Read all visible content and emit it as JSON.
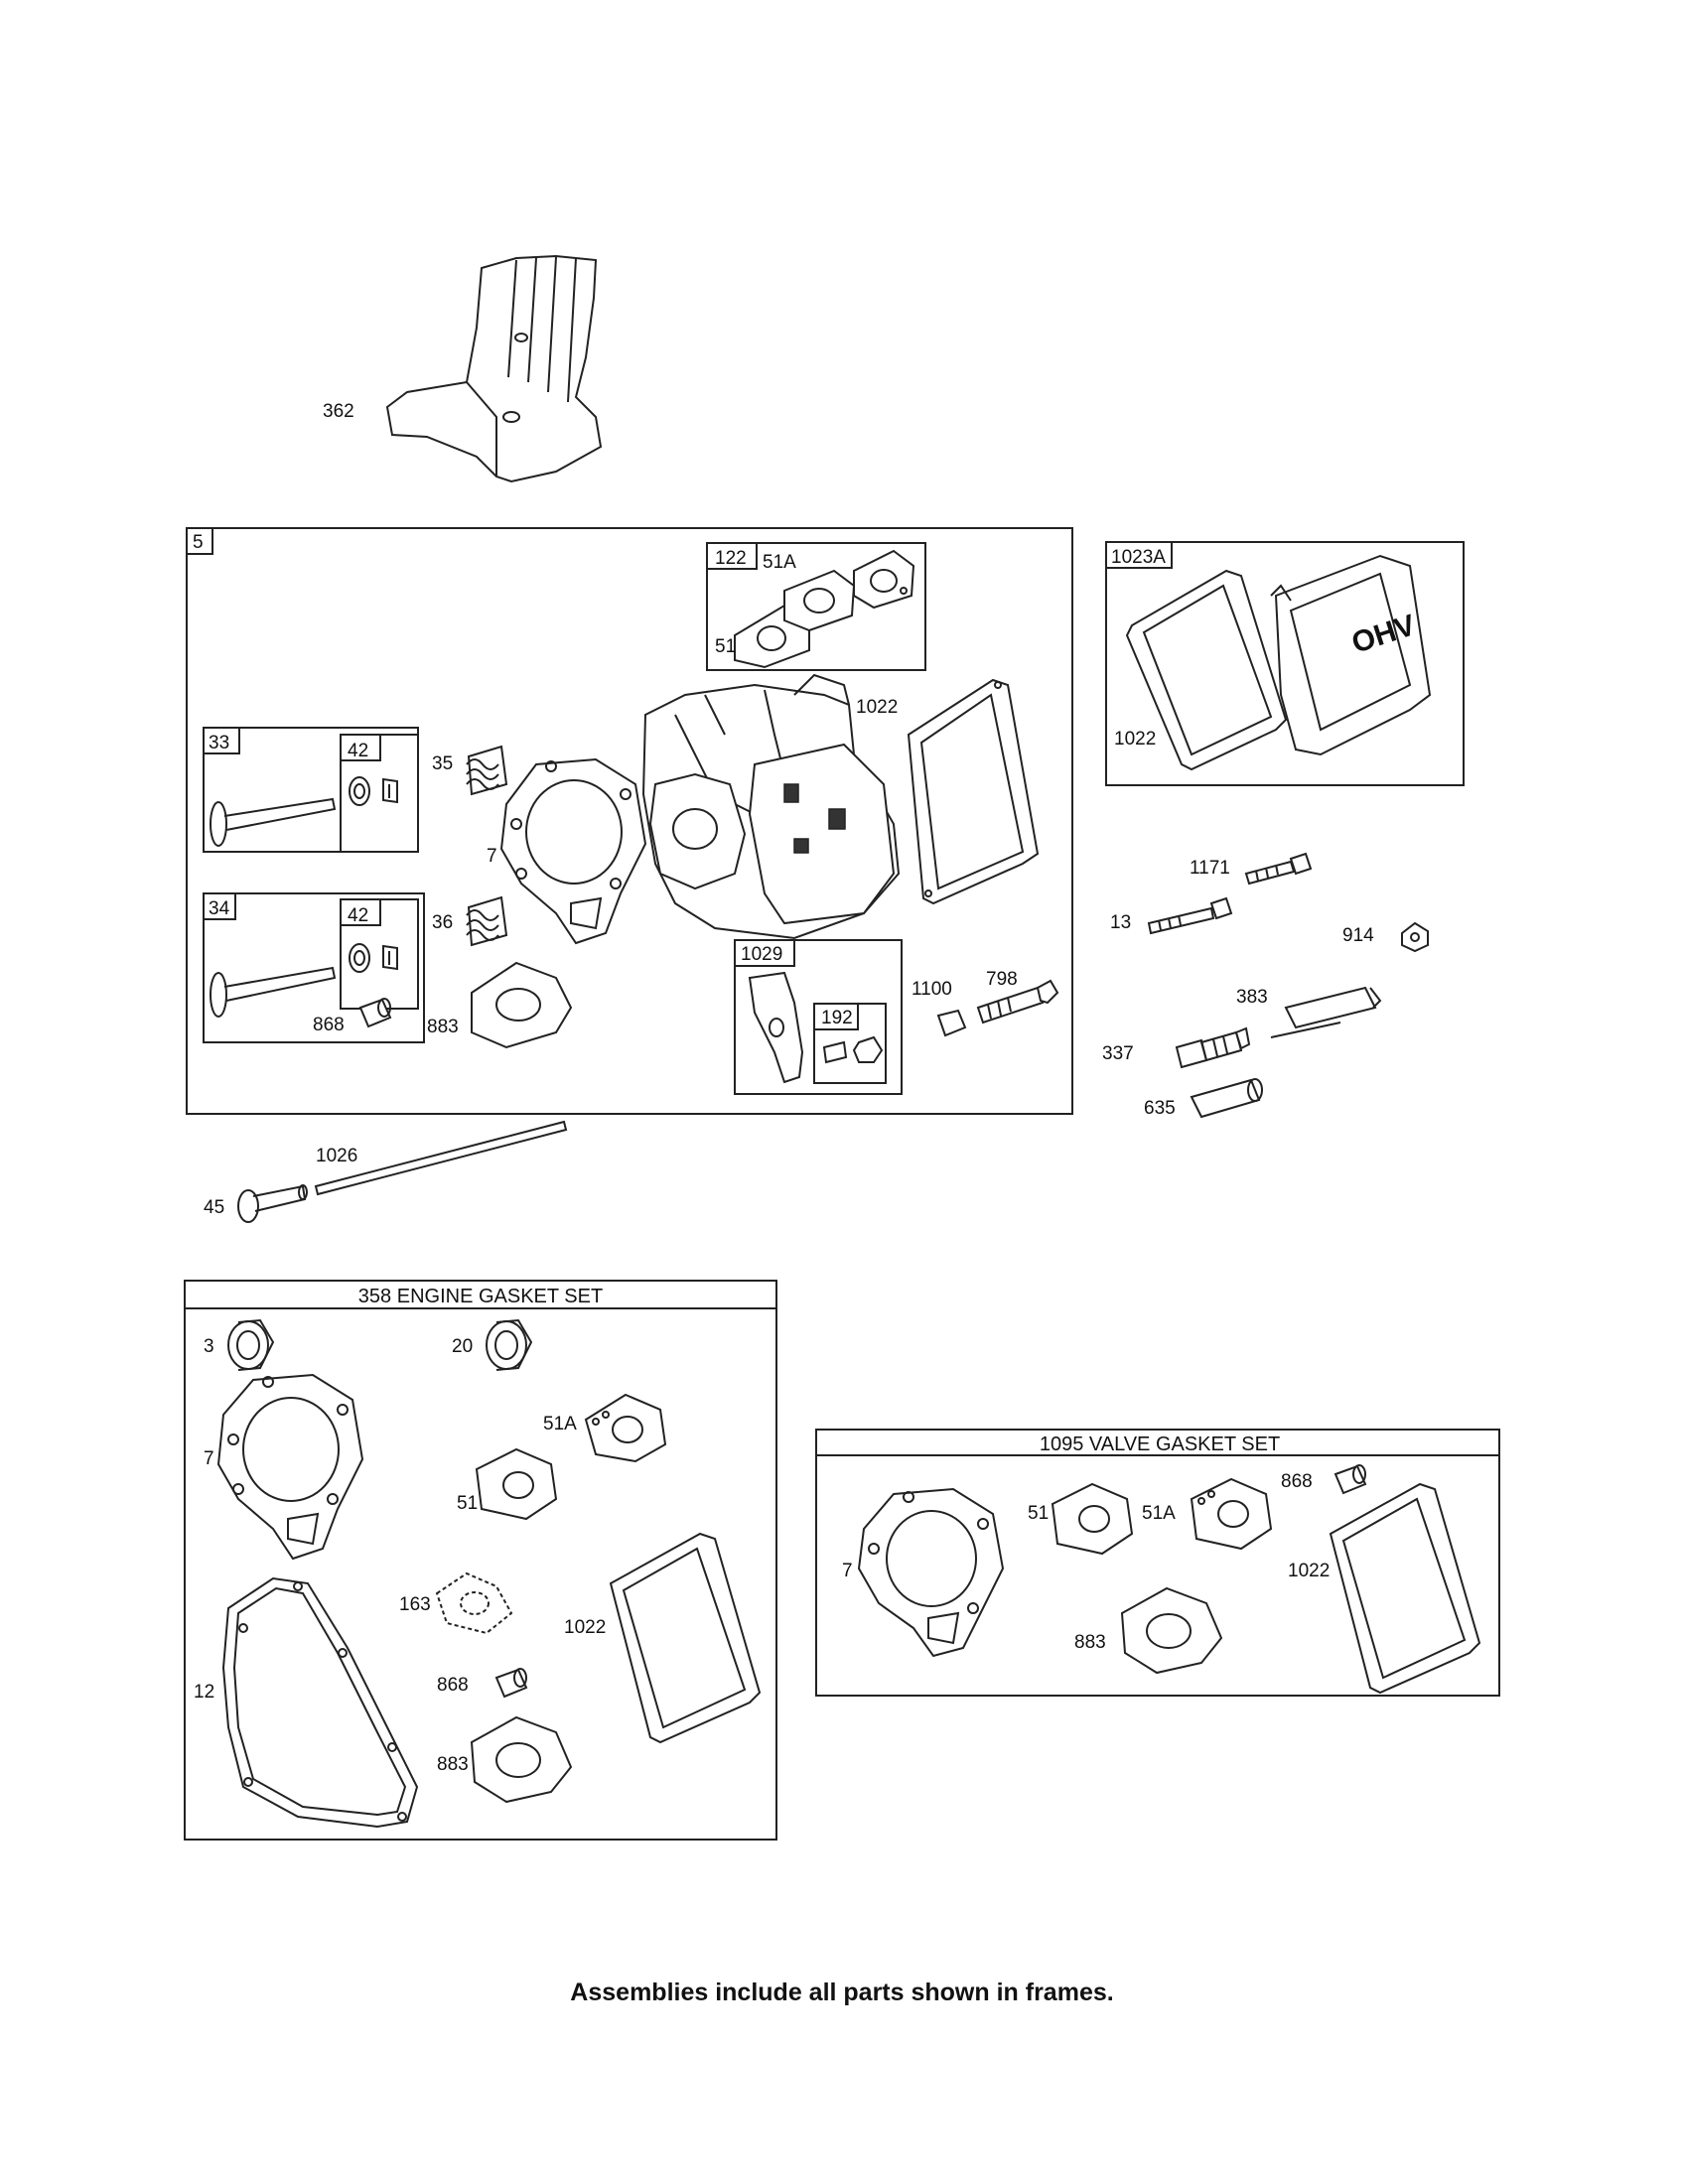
{
  "footer": "Assemblies include all parts shown in frames.",
  "frames": {
    "cylinder_head": "5",
    "intake_gaskets": "122",
    "exhaust_valve": "33",
    "intake_valve": "34",
    "retainer_a": "42",
    "retainer_b": "42",
    "rocker_arm": "1029",
    "rocker_nut": "192",
    "valve_cover": "1023A",
    "engine_gasket_set": "358 ENGINE GASKET SET",
    "valve_gasket_set": "1095 VALVE GASKET SET"
  },
  "labels": {
    "p362": "362",
    "p51A_a": "51A",
    "p51_a": "51",
    "p1022_a": "1022",
    "p35": "35",
    "p7_a": "7",
    "p36": "36",
    "p868_a": "868",
    "p883_a": "883",
    "p1100": "1100",
    "p798": "798",
    "p1022_b": "1022",
    "p1171": "1171",
    "p13": "13",
    "p914": "914",
    "p383": "383",
    "p337": "337",
    "p635": "635",
    "p1026": "1026",
    "p45": "45",
    "p3": "3",
    "p20": "20",
    "p7_b": "7",
    "p51A_b": "51A",
    "p51_b": "51",
    "p163": "163",
    "p12": "12",
    "p1022_c": "1022",
    "p868_b": "868",
    "p883_b": "883",
    "p7_c": "7",
    "p51_c": "51",
    "p51A_c": "51A",
    "p868_c": "868",
    "p1022_d": "1022",
    "p883_c": "883"
  },
  "cover_logo": "OHV"
}
